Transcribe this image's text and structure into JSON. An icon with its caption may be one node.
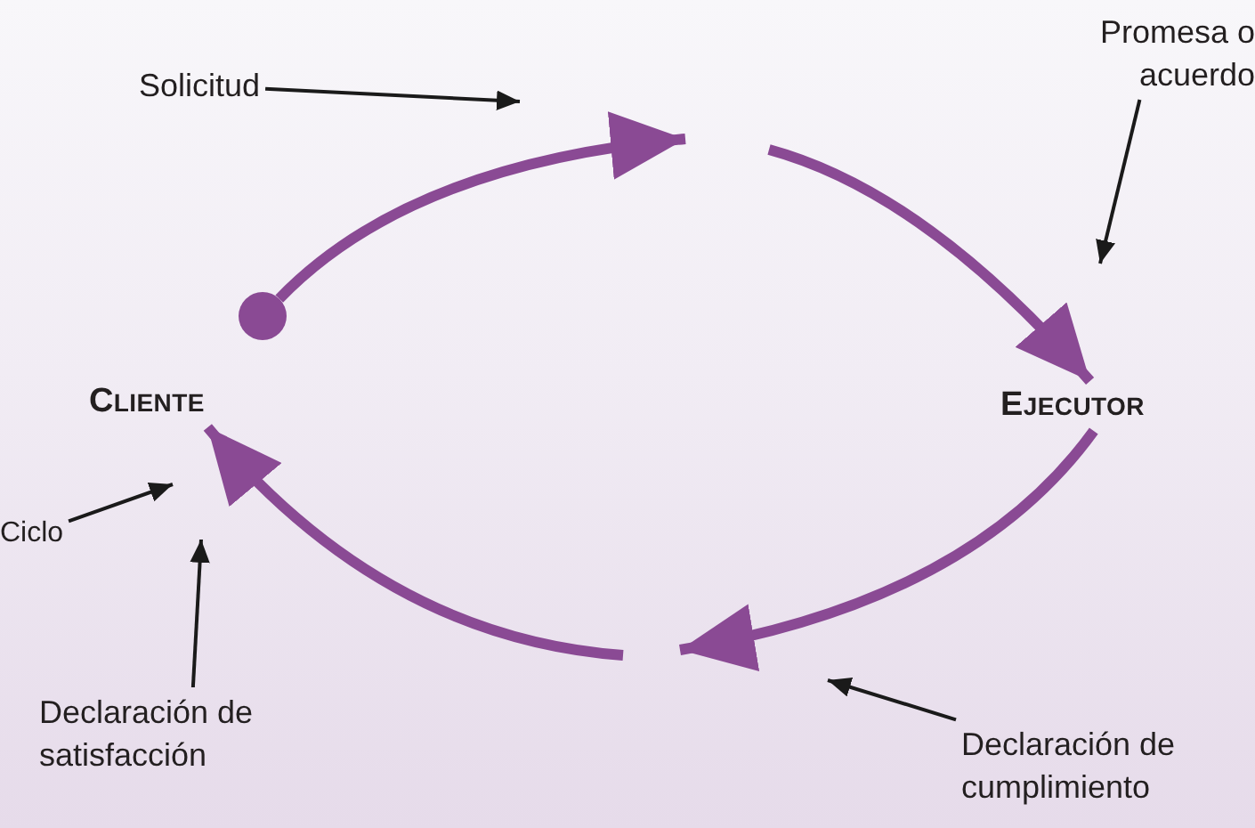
{
  "diagram": {
    "nodes": [
      {
        "text": [
          "CLIENTE"
        ]
      },
      {
        "text": [
          "EJECUTOR"
        ]
      },
      {
        "text": [
          "Solicitud"
        ]
      },
      {
        "text": [
          "Promesa o acuerdo"
        ]
      },
      {
        "text": [
          "Ciclo"
        ]
      },
      {
        "text": [
          "Declaración de satisfacción"
        ]
      },
      {
        "text": [
          "Declaración de cumplimiento"
        ]
      },
      {
        "text": [],
        "shape": "circle"
      }
    ],
    "edges": [
      {
        "from": 7,
        "to": null,
        "arrow": "to",
        "style": "thick",
        "color": "#8a4a94"
      },
      {
        "from": null,
        "to": 1,
        "arrow": "to",
        "style": "thick",
        "color": "#8a4a94"
      },
      {
        "from": 1,
        "to": null,
        "arrow": "to",
        "style": "thick",
        "color": "#8a4a94"
      },
      {
        "from": null,
        "to": 0,
        "arrow": "to",
        "style": "thick",
        "color": "#8a4a94"
      },
      {
        "from": 2,
        "to": null,
        "arrow": "to"
      },
      {
        "from": 3,
        "to": null,
        "arrow": "to"
      },
      {
        "from": 4,
        "to": null,
        "arrow": "to"
      },
      {
        "from": 5,
        "to": null,
        "arrow": "to"
      },
      {
        "from": 6,
        "to": null,
        "arrow": "to"
      }
    ]
  }
}
